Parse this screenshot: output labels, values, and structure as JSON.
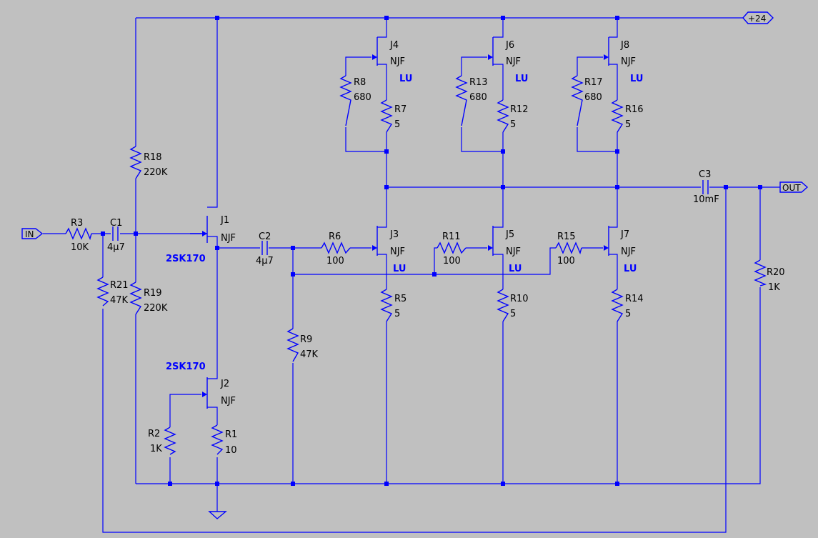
{
  "schematic": {
    "ports": {
      "in": "IN",
      "out": "OUT",
      "supply": "+24"
    },
    "resistors": [
      {
        "ref": "R3",
        "value": "10K"
      },
      {
        "ref": "R18",
        "value": "220K"
      },
      {
        "ref": "R19",
        "value": "220K"
      },
      {
        "ref": "R21",
        "value": "47K"
      },
      {
        "ref": "R2",
        "value": "1K"
      },
      {
        "ref": "R1",
        "value": "10"
      },
      {
        "ref": "R9",
        "value": "47K"
      },
      {
        "ref": "R6",
        "value": "100"
      },
      {
        "ref": "R11",
        "value": "100"
      },
      {
        "ref": "R15",
        "value": "100"
      },
      {
        "ref": "R8",
        "value": "680"
      },
      {
        "ref": "R13",
        "value": "680"
      },
      {
        "ref": "R17",
        "value": "680"
      },
      {
        "ref": "R7",
        "value": "5"
      },
      {
        "ref": "R12",
        "value": "5"
      },
      {
        "ref": "R16",
        "value": "5"
      },
      {
        "ref": "R5",
        "value": "5"
      },
      {
        "ref": "R10",
        "value": "5"
      },
      {
        "ref": "R14",
        "value": "5"
      },
      {
        "ref": "R20",
        "value": "1K"
      }
    ],
    "capacitors": [
      {
        "ref": "C1",
        "value": "4µ7"
      },
      {
        "ref": "C2",
        "value": "4µ7"
      },
      {
        "ref": "C3",
        "value": "10mF"
      }
    ],
    "jfets": [
      {
        "ref": "J1",
        "type": "NJF",
        "model": "2SK170"
      },
      {
        "ref": "J2",
        "type": "NJF",
        "model": "2SK170"
      },
      {
        "ref": "J3",
        "type": "NJF",
        "model": "LU"
      },
      {
        "ref": "J4",
        "type": "NJF",
        "model": "LU"
      },
      {
        "ref": "J5",
        "type": "NJF",
        "model": "LU"
      },
      {
        "ref": "J6",
        "type": "NJF",
        "model": "LU"
      },
      {
        "ref": "J7",
        "type": "NJF",
        "model": "LU"
      },
      {
        "ref": "J8",
        "type": "NJF",
        "model": "LU"
      }
    ],
    "colors": {
      "background": "#c0c0c0",
      "wire": "#0000ff",
      "label": "#000000",
      "model": "#0000ff"
    }
  }
}
